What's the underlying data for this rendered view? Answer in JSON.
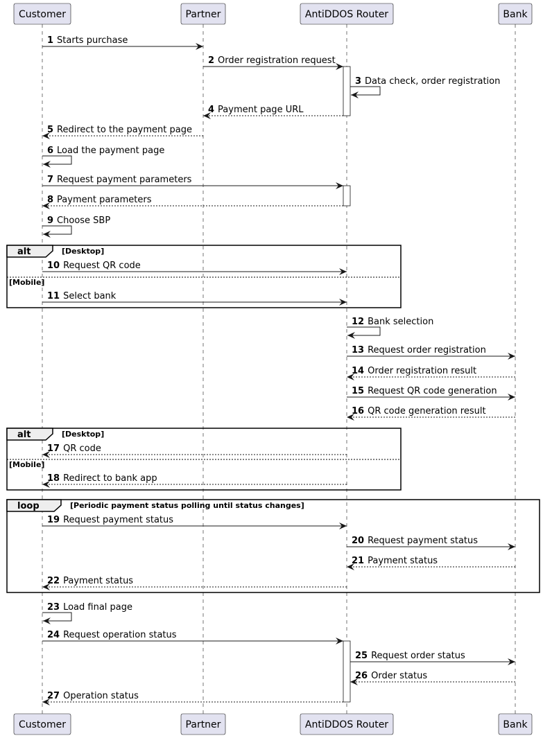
{
  "participants": [
    {
      "id": "customer",
      "label": "Customer"
    },
    {
      "id": "partner",
      "label": "Partner"
    },
    {
      "id": "router",
      "label": "AntiDDOS Router"
    },
    {
      "id": "bank",
      "label": "Bank"
    }
  ],
  "messages": [
    {
      "num": "1",
      "text": "Starts purchase",
      "from": "customer",
      "to": "partner",
      "dashed": false
    },
    {
      "num": "2",
      "text": "Order registration request",
      "from": "partner",
      "to": "router",
      "dashed": false
    },
    {
      "num": "3",
      "text": "Data check, order registration",
      "from": "router",
      "to": "router",
      "dashed": false
    },
    {
      "num": "4",
      "text": "Payment page URL",
      "from": "router",
      "to": "partner",
      "dashed": true
    },
    {
      "num": "5",
      "text": "Redirect to the payment page",
      "from": "partner",
      "to": "customer",
      "dashed": true
    },
    {
      "num": "6",
      "text": "Load the payment page",
      "from": "customer",
      "to": "customer",
      "dashed": false
    },
    {
      "num": "7",
      "text": "Request payment parameters",
      "from": "customer",
      "to": "router",
      "dashed": false
    },
    {
      "num": "8",
      "text": "Payment parameters",
      "from": "router",
      "to": "customer",
      "dashed": true
    },
    {
      "num": "9",
      "text": "Choose SBP",
      "from": "customer",
      "to": "customer",
      "dashed": false
    },
    {
      "num": "10",
      "text": "Request QR code",
      "from": "customer",
      "to": "router",
      "dashed": false
    },
    {
      "num": "11",
      "text": "Select bank",
      "from": "customer",
      "to": "router",
      "dashed": false
    },
    {
      "num": "12",
      "text": "Bank selection",
      "from": "router",
      "to": "router",
      "dashed": false
    },
    {
      "num": "13",
      "text": "Request order registration",
      "from": "router",
      "to": "bank",
      "dashed": false
    },
    {
      "num": "14",
      "text": "Order registration result",
      "from": "bank",
      "to": "router",
      "dashed": true
    },
    {
      "num": "15",
      "text": "Request QR code generation",
      "from": "router",
      "to": "bank",
      "dashed": false
    },
    {
      "num": "16",
      "text": "QR code generation result",
      "from": "bank",
      "to": "router",
      "dashed": true
    },
    {
      "num": "17",
      "text": "QR code",
      "from": "router",
      "to": "customer",
      "dashed": true
    },
    {
      "num": "18",
      "text": "Redirect to bank app",
      "from": "router",
      "to": "customer",
      "dashed": true
    },
    {
      "num": "19",
      "text": "Request payment status",
      "from": "customer",
      "to": "router",
      "dashed": false
    },
    {
      "num": "20",
      "text": "Request payment status",
      "from": "router",
      "to": "bank",
      "dashed": false
    },
    {
      "num": "21",
      "text": "Payment status",
      "from": "bank",
      "to": "router",
      "dashed": true
    },
    {
      "num": "22",
      "text": "Payment status",
      "from": "router",
      "to": "customer",
      "dashed": true
    },
    {
      "num": "23",
      "text": "Load final page",
      "from": "customer",
      "to": "customer",
      "dashed": false
    },
    {
      "num": "24",
      "text": "Request operation status",
      "from": "customer",
      "to": "router",
      "dashed": false
    },
    {
      "num": "25",
      "text": "Request order status",
      "from": "router",
      "to": "bank",
      "dashed": false
    },
    {
      "num": "26",
      "text": "Order status",
      "from": "bank",
      "to": "router",
      "dashed": true
    },
    {
      "num": "27",
      "text": "Operation status",
      "from": "router",
      "to": "customer",
      "dashed": true
    }
  ],
  "fragments": [
    {
      "kind": "alt",
      "sections": [
        "Desktop",
        "Mobile"
      ]
    },
    {
      "kind": "alt",
      "sections": [
        "Desktop",
        "Mobile"
      ]
    },
    {
      "kind": "loop",
      "sections": [
        "Periodic payment status polling until status changes"
      ]
    }
  ],
  "colors": {
    "participant_fill": "#E2E2F0",
    "participant_border": "#181818",
    "lifeline": "#181818",
    "activation_fill": "#FFFFFF"
  }
}
